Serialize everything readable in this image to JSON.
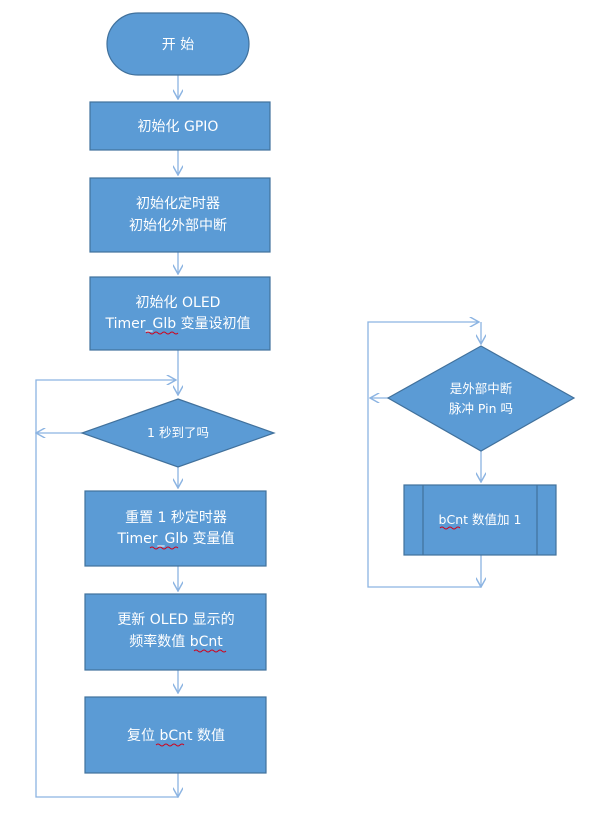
{
  "flow_left": {
    "start": "开  始",
    "init_gpio": "初始化 GPIO",
    "init_timer_line1": "初始化定时器",
    "init_timer_line2": "初始化外部中断",
    "init_oled_line1": "初始化 OLED",
    "init_oled_line2": "Timer_Glb 变量设初值",
    "decision_one_second": "1 秒到了吗",
    "reset_timer_line1": "重置 1 秒定时器",
    "reset_timer_line2": "Timer_Glb 变量值",
    "update_oled_line1": "更新 OLED 显示的",
    "update_oled_line2": "频率数值  bCnt",
    "reset_bcnt": "复位 bCnt 数值"
  },
  "flow_right": {
    "decision_interrupt_line1": "是外部中断",
    "decision_interrupt_line2": "脉冲 Pin 吗",
    "increment_bcnt": "bCnt 数值加 1"
  },
  "colors": {
    "box_fill": "#5b9bd5",
    "box_stroke": "#41719c",
    "connector": "#8cb4e2",
    "spell_underline": "#d0021b"
  }
}
